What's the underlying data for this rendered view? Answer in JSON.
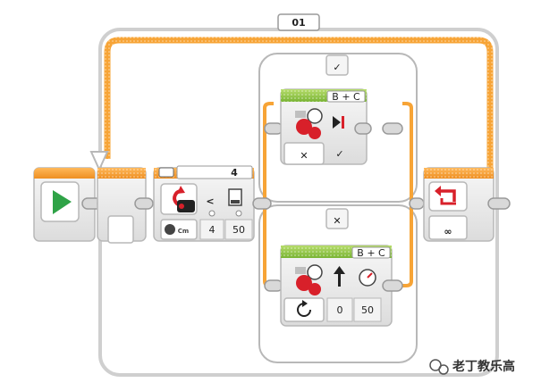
{
  "program": {
    "loop_label": "01",
    "condition_port": "4",
    "compare_value_1": "4",
    "compare_value_2": "50",
    "switch_true_symbol": "✓",
    "switch_false_symbol": "✕",
    "steer_top_motor_port": "B + C",
    "steer_bottom_motor_port": "B + C",
    "steer_bottom_value_1": "0",
    "steer_bottom_value_2": "50",
    "infinity_symbol": "∞",
    "watermark": "老丁教乐高"
  },
  "colors": {
    "loop_orange": "#f7a436",
    "flow_green": "#8ac43f",
    "start_green": "#2fa347",
    "block_gray": "#e6e6e6",
    "border_gray": "#b8b8b8",
    "red_icon": "#d8202a"
  }
}
